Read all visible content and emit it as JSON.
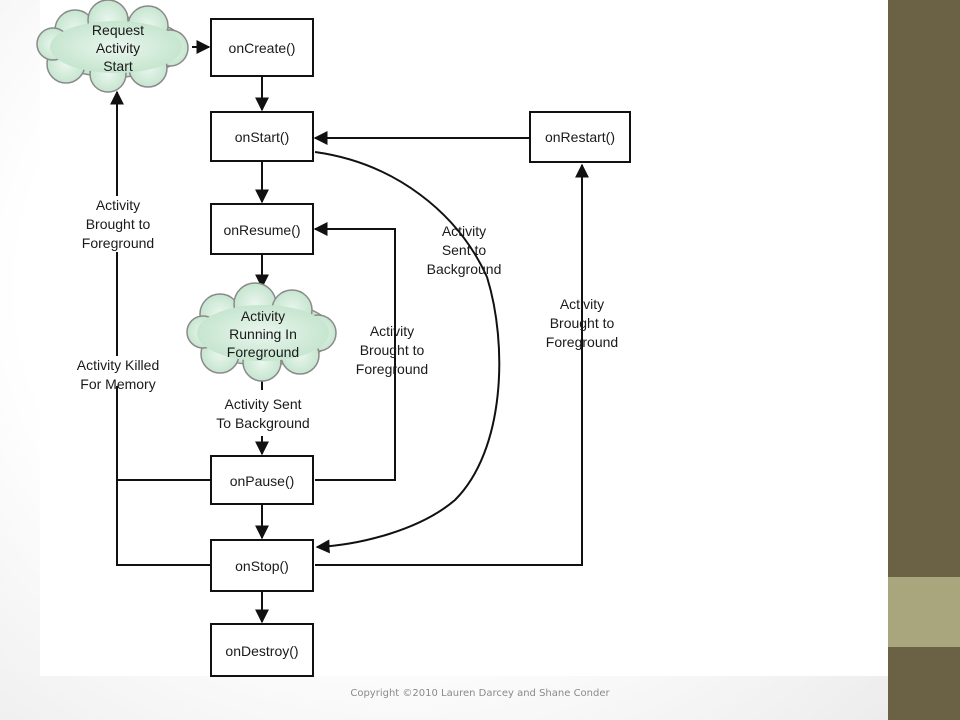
{
  "diagram": {
    "states": {
      "request_start": [
        "Request",
        "Activity",
        "Start"
      ],
      "running": [
        "Activity",
        "Running In",
        "Foreground"
      ]
    },
    "methods": {
      "on_create": "onCreate()",
      "on_start": "onStart()",
      "on_resume": "onResume()",
      "on_pause": "onPause()",
      "on_stop": "onStop()",
      "on_destroy": "onDestroy()",
      "on_restart": "onRestart()"
    },
    "labels": {
      "brought_fg_left": [
        "Activity",
        "Brought to",
        "Foreground"
      ],
      "killed_memory": [
        "Activity Killed",
        "For Memory"
      ],
      "sent_bg_mid": [
        "Activity Sent",
        "To Background"
      ],
      "brought_fg_mid": [
        "Activity",
        "Brought to",
        "Foreground"
      ],
      "sent_bg_curve": [
        "Activity",
        "Sent to",
        "Background"
      ],
      "brought_fg_right": [
        "Activity",
        "Brought to",
        "Foreground"
      ]
    }
  },
  "footer": {
    "copyright": "Copyright ©2010 Lauren Darcey and Shane Conder"
  },
  "colors": {
    "sidebar_dark": "#6b6246",
    "sidebar_light": "#a9a57c",
    "cloud_fill": "#cfe9d6",
    "cloud_stroke": "#8a8a8a"
  }
}
